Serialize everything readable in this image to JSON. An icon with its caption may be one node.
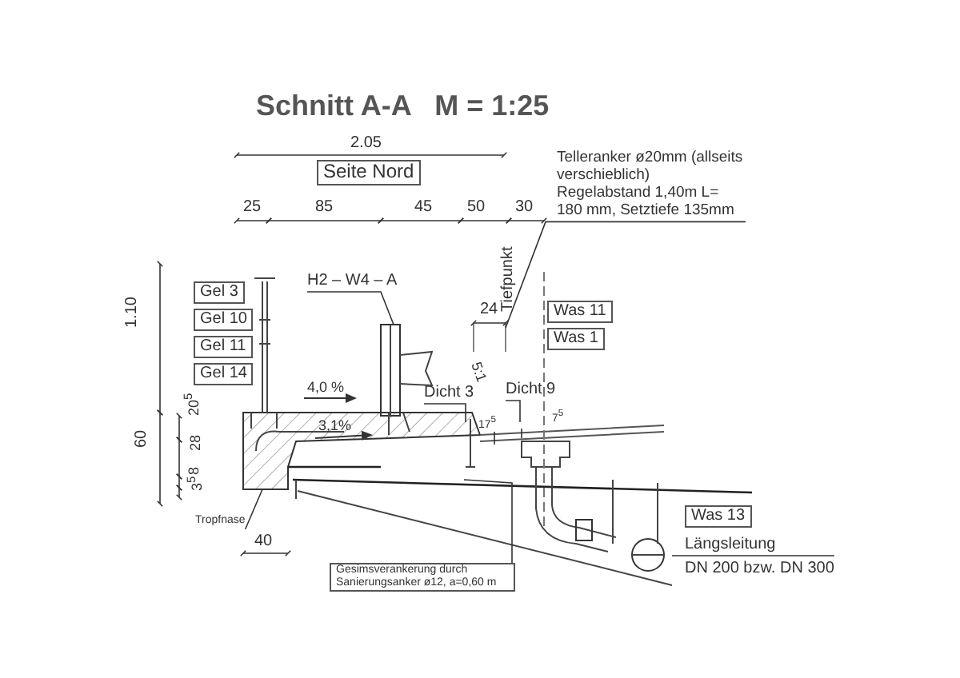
{
  "diagram": {
    "title": "Schnitt A-A   M = 1:25",
    "nodes": [
      {
        "text": [
          "Seite Nord"
        ]
      },
      {
        "text": [
          "Gel 3"
        ]
      },
      {
        "text": [
          "Gel 10"
        ]
      },
      {
        "text": [
          "Gel 11"
        ]
      },
      {
        "text": [
          "Gel 14"
        ]
      },
      {
        "text": [
          "Was 11"
        ]
      },
      {
        "text": [
          "Was 1"
        ]
      },
      {
        "text": [
          "Was 13"
        ]
      },
      {
        "text": [
          "Telleranker ø20mm (allseits verschieblich) Regelabstand 1,40m L= 180 mm, Setztiefe 135mm"
        ]
      },
      {
        "text": [
          "H2 – W4 – A"
        ]
      },
      {
        "text": [
          "Dicht 3"
        ]
      },
      {
        "text": [
          "Dicht 9"
        ]
      },
      {
        "text": [
          "Tropfnase"
        ]
      },
      {
        "text": [
          "Gesimsverankerung durch Sanierungsanker ø12, a=0,60 m"
        ]
      },
      {
        "text": [
          "Längsleitung",
          "DN 200 bzw. DN 300"
        ]
      }
    ],
    "edges": [
      {
        "from": 8,
        "to": null,
        "arrow": "none"
      },
      {
        "from": 9,
        "to": null,
        "arrow": "none"
      },
      {
        "from": 10,
        "to": null,
        "arrow": "none"
      },
      {
        "from": 11,
        "to": null,
        "arrow": "none"
      },
      {
        "from": 12,
        "to": null,
        "arrow": "none"
      },
      {
        "from": 13,
        "to": null,
        "arrow": "none"
      },
      {
        "from": 14,
        "to": null,
        "arrow": "none"
      }
    ],
    "labels": [
      "2.05",
      "25",
      "85",
      "45",
      "50",
      "30",
      "1.10",
      "24",
      "5:1",
      "Tiefpunkt",
      "4,0 %",
      "20$^{5}$",
      "17$^{5}$",
      "7$^{5}$",
      "3,1%",
      "60",
      "28",
      "8",
      "3$^{5}$",
      "40"
    ]
  }
}
